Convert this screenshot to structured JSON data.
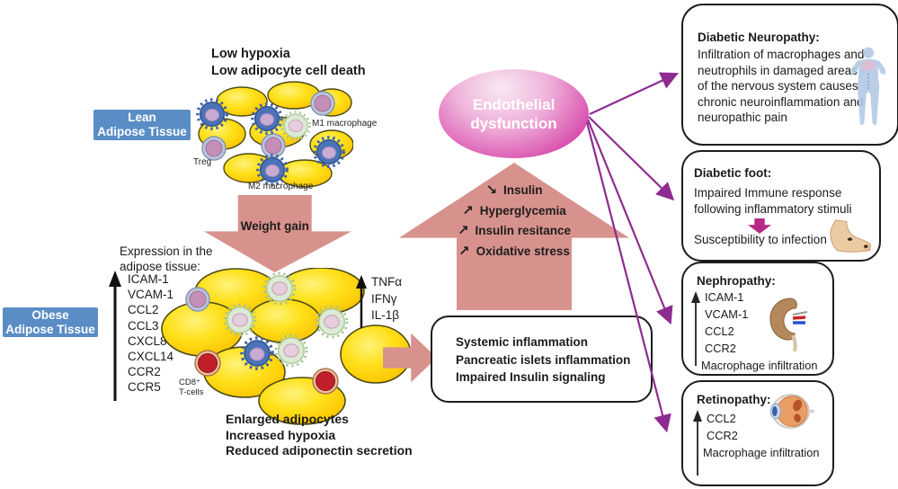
{
  "colors": {
    "accent_pink": "#d8928d",
    "connector_purple": "#8e2b90",
    "label_blue": "#5a8dc6",
    "ellipse_magenta": "#cb3497",
    "foot_arrow_magenta": "#b72a84"
  },
  "lean": {
    "hypoxia_line1": "Low hypoxia",
    "hypoxia_line2": "Low adipocyte cell death",
    "label_line1": "Lean",
    "label_line2": "Adipose Tissue",
    "treg_label": "Treg",
    "m1_label": "M1 macrophage",
    "m2_label": "M2 macrophage"
  },
  "weight_gain": {
    "label": "Weight gain"
  },
  "expression": {
    "header_line1": "Expression in the",
    "header_line2": "adipose tissue:",
    "items": [
      "ICAM-1",
      "VCAM-1",
      "CCL2",
      "CCL3",
      "CXCL8",
      "CXCL14",
      "CCR2",
      "CCR5"
    ]
  },
  "obese": {
    "label_line1": "Obese",
    "label_line2": "Adipose Tissue",
    "cd8_line1": "CD8⁺",
    "cd8_line2": "T-cells",
    "bottom_line1": "Enlarged adipocytes",
    "bottom_line2": "Increased hypoxia",
    "bottom_line3": "Reduced adiponectin secretion"
  },
  "cytokines": {
    "items": [
      "TNFα",
      "IFNγ",
      "IL-1β"
    ]
  },
  "systemic_box": {
    "line1": "Systemic inflammation",
    "line2": "Pancreatic islets inflammation",
    "line3": "Impaired Insulin signaling"
  },
  "big_arrow": {
    "items": [
      {
        "glyph": "↘",
        "label": "Insulin"
      },
      {
        "glyph": "↗",
        "label": "Hyperglycemia"
      },
      {
        "glyph": "↗",
        "label": "Insulin resitance"
      },
      {
        "glyph": "↗",
        "label": "Oxidative stress"
      }
    ]
  },
  "ellipse": {
    "line1": "Endothelial",
    "line2": "dysfunction"
  },
  "neuropathy_box": {
    "title": "Diabetic Neuropathy:",
    "body": "Infiltration of macrophages and\nneutrophils in  damaged areas\nof the nervous system causes\nchronic neuroinflammation and\nneuropathic pain"
  },
  "foot_box": {
    "title": "Diabetic foot:",
    "line1": "Impaired Immune response",
    "line2": "following inflammatory stimuli",
    "result": "Susceptibility to infection"
  },
  "nephropathy_box": {
    "title": "Nephropathy:",
    "items": [
      "ICAM-1",
      "VCAM-1",
      "CCL2",
      "CCR2",
      "Macrophage infiltration"
    ]
  },
  "retinopathy_box": {
    "title": "Retinopathy:",
    "items": [
      "CCL2",
      "CCR2",
      "Macrophage infiltration"
    ]
  }
}
